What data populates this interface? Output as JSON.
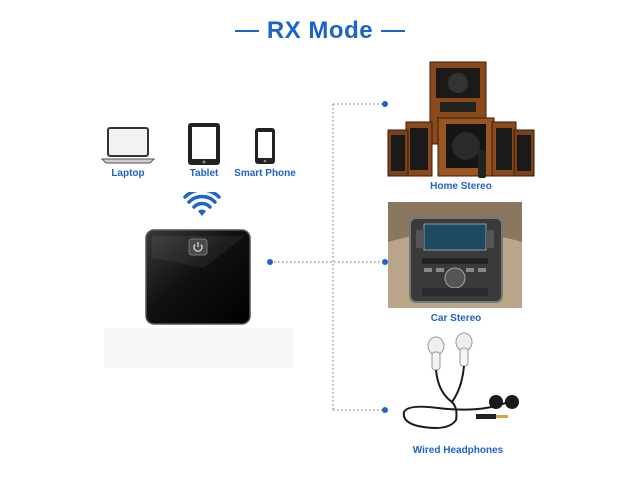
{
  "title": "RX Mode",
  "sources": [
    {
      "label": "Laptop",
      "icon": "laptop-icon"
    },
    {
      "label": "Tablet",
      "icon": "tablet-icon"
    },
    {
      "label": "Smart Phone",
      "icon": "smartphone-icon"
    }
  ],
  "signal_icon": "bluetooth-signal-icon",
  "device": {
    "icon": "receiver-device-icon",
    "button_icon": "power-icon"
  },
  "outputs": [
    {
      "label": "Home Stereo",
      "icon": "home-stereo-image"
    },
    {
      "label": "Car Stereo",
      "icon": "car-stereo-image"
    },
    {
      "label": "Wired Headphones",
      "icon": "wired-headphones-image"
    }
  ],
  "colors": {
    "accent": "#1e63c8",
    "device": "#111111",
    "connector": "#888888"
  }
}
